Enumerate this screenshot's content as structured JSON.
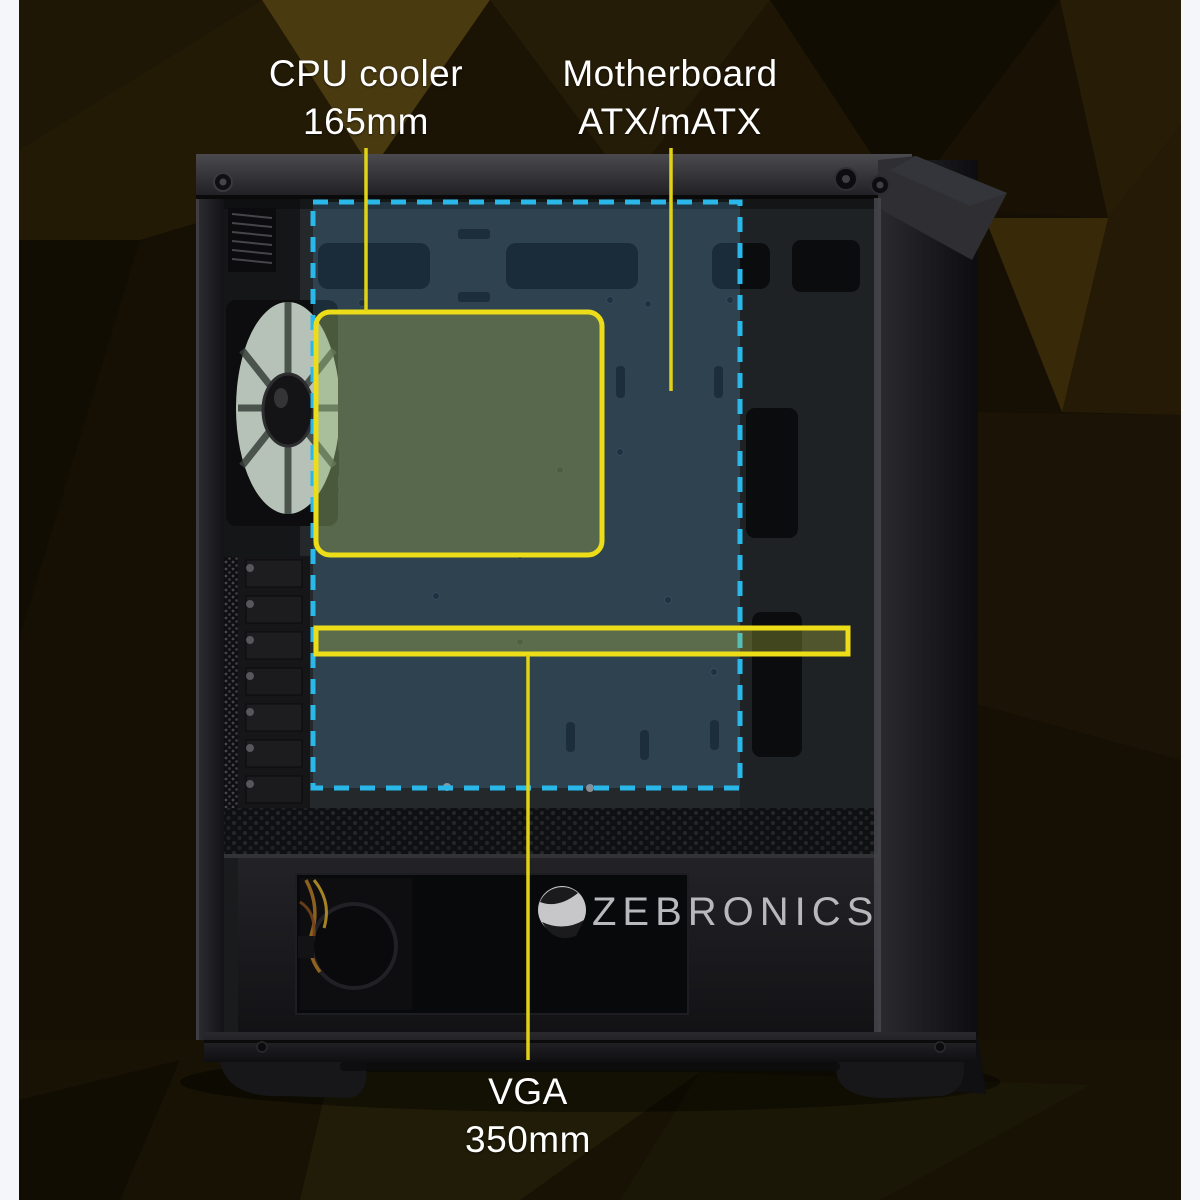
{
  "annotations": {
    "cpu_cooler": {
      "label_line1": "CPU cooler",
      "label_line2": "165mm"
    },
    "motherboard": {
      "label_line1": "Motherboard",
      "label_line2": "ATX/mATX"
    },
    "vga": {
      "label_line1": "VGA",
      "label_line2": "350mm"
    }
  },
  "brand": {
    "logo_text": "ZEBRONICS"
  },
  "colors": {
    "highlight_yellow": "#ecdd18",
    "highlight_blue": "#29b8e9",
    "label_text": "#ffffff",
    "side_strip": "#f4f6f9",
    "background_base": "#161004"
  }
}
